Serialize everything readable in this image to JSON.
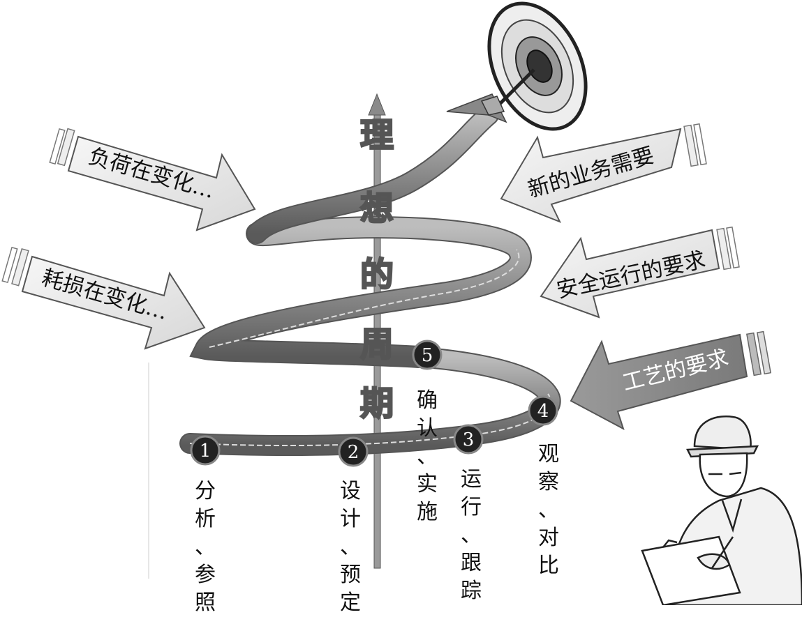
{
  "title": "理想的周期",
  "pressures_left": [
    {
      "label": "负荷在变化…"
    },
    {
      "label": "耗损在变化…"
    }
  ],
  "pressures_right": [
    {
      "label": "新的业务需要"
    },
    {
      "label": "安全运行的要求"
    },
    {
      "label": "工艺的要求"
    }
  ],
  "steps": [
    {
      "num": "1",
      "label": "分析、参照"
    },
    {
      "num": "2",
      "label": "设计、预定"
    },
    {
      "num": "3",
      "label": "运行、跟踪"
    },
    {
      "num": "4",
      "label": "观察、对比"
    },
    {
      "num": "5",
      "label": "确认、实施"
    }
  ]
}
